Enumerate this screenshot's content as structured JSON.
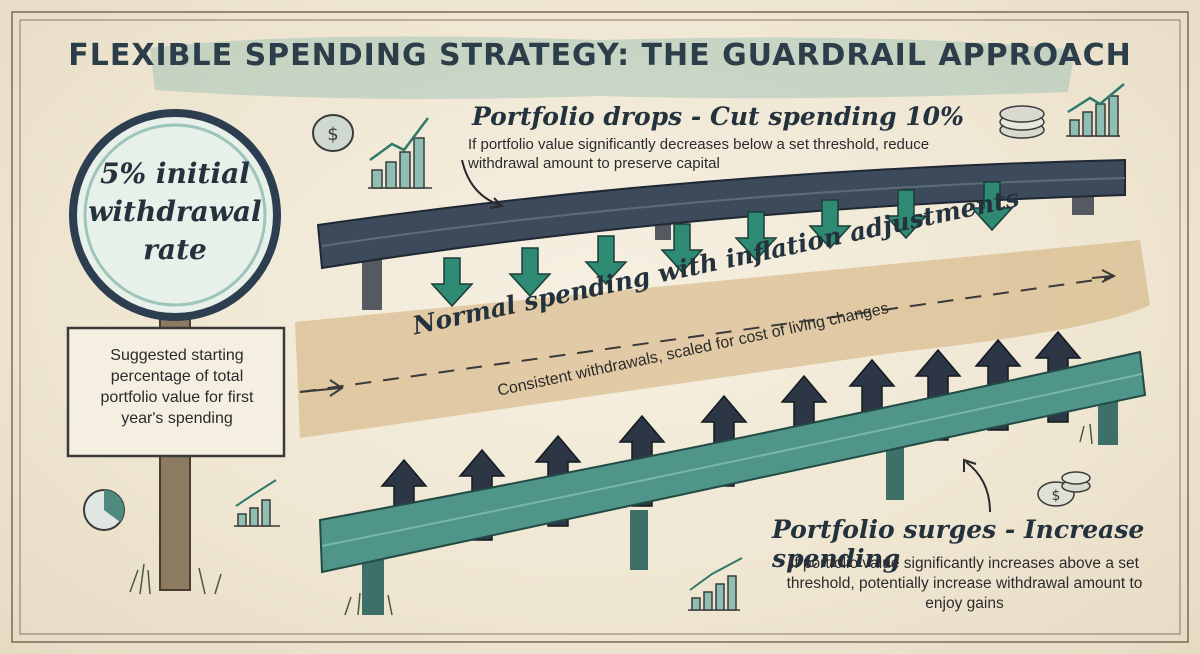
{
  "title": "FLEXIBLE SPENDING STRATEGY: THE GUARDRAIL APPROACH",
  "sign": {
    "text": "5% initial withdrawal rate"
  },
  "board": {
    "text": "Suggested starting percentage of total portfolio value for first year's spending"
  },
  "upper_guardrail": {
    "title": "Portfolio drops - Cut spending 10%",
    "description": "If portfolio value significantly decreases below a set threshold, reduce withdrawal amount to preserve capital",
    "arrow_direction": "down",
    "color": "#3d4a5c",
    "arrow_color": "#2f8a74"
  },
  "middle_path": {
    "title": "Normal spending with inflation adjustments",
    "description": "Consistent withdrawals, scaled for cost of living changes",
    "color": "#d3b27f"
  },
  "lower_guardrail": {
    "title": "Portfolio surges - Increase spending",
    "description": "If portfolio value significantly increases above a set threshold, potentially increase withdrawal amount to enjoy gains",
    "arrow_direction": "up",
    "color": "#4f9589",
    "arrow_color": "#2c3645"
  },
  "icons": [
    "coin-icon",
    "bar-chart-icon",
    "clock-icon",
    "coin-stack-icon"
  ]
}
